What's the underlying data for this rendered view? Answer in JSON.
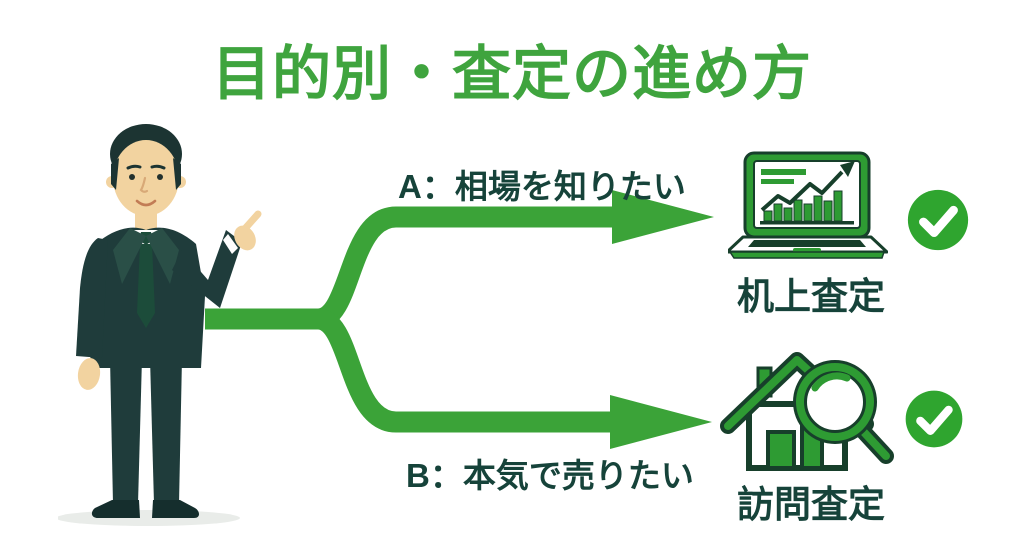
{
  "title": "目的別・査定の進め方",
  "branch_a": {
    "label": "A：相場を知りたい",
    "result": "机上査定",
    "icon": "laptop-chart-icon",
    "status_icon": "check-circle-icon"
  },
  "branch_b": {
    "label": "B：本気で売りたい",
    "result": "訪問査定",
    "icon": "house-magnifier-icon",
    "status_icon": "check-circle-icon"
  },
  "colors": {
    "title-green": "#3FA43E",
    "arrow-green": "#3BA338",
    "dark-text": "#16433A",
    "check-green": "#2FA52F",
    "icon-green": "#2E9B33",
    "icon-outline": "#173F2B",
    "suit": "#1F3C3B",
    "lapel": "#2A4F47",
    "hair": "#1C3432",
    "skin": "#F2D3A0",
    "tie": "#1C4C3A",
    "shoe": "#152E2D"
  }
}
